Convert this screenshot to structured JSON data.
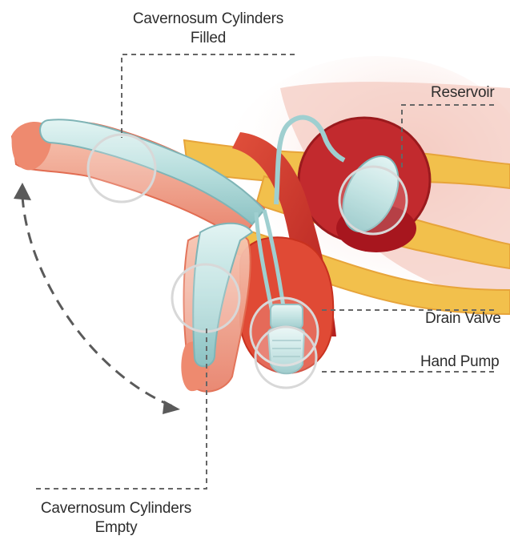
{
  "figure": {
    "colors": {
      "skin": "#f4b9a3",
      "tissue_red": "#d0392c",
      "dark_red": "#a7161e",
      "yellow_ligament": "#f2c04c",
      "device": "#bfe2e2",
      "device_outline": "#7fb4b6",
      "leader_line": "#666666",
      "arrow": "#5a5a5a"
    }
  },
  "labels": {
    "cylinders_filled_line1": "Cavernosum Cylinders",
    "cylinders_filled_line2": "Filled",
    "reservoir": "Reservoir",
    "drain_valve": "Drain Valve",
    "hand_pump": "Hand Pump",
    "cylinders_empty_line1": "Cavernosum Cylinders",
    "cylinders_empty_line2": "Empty"
  }
}
